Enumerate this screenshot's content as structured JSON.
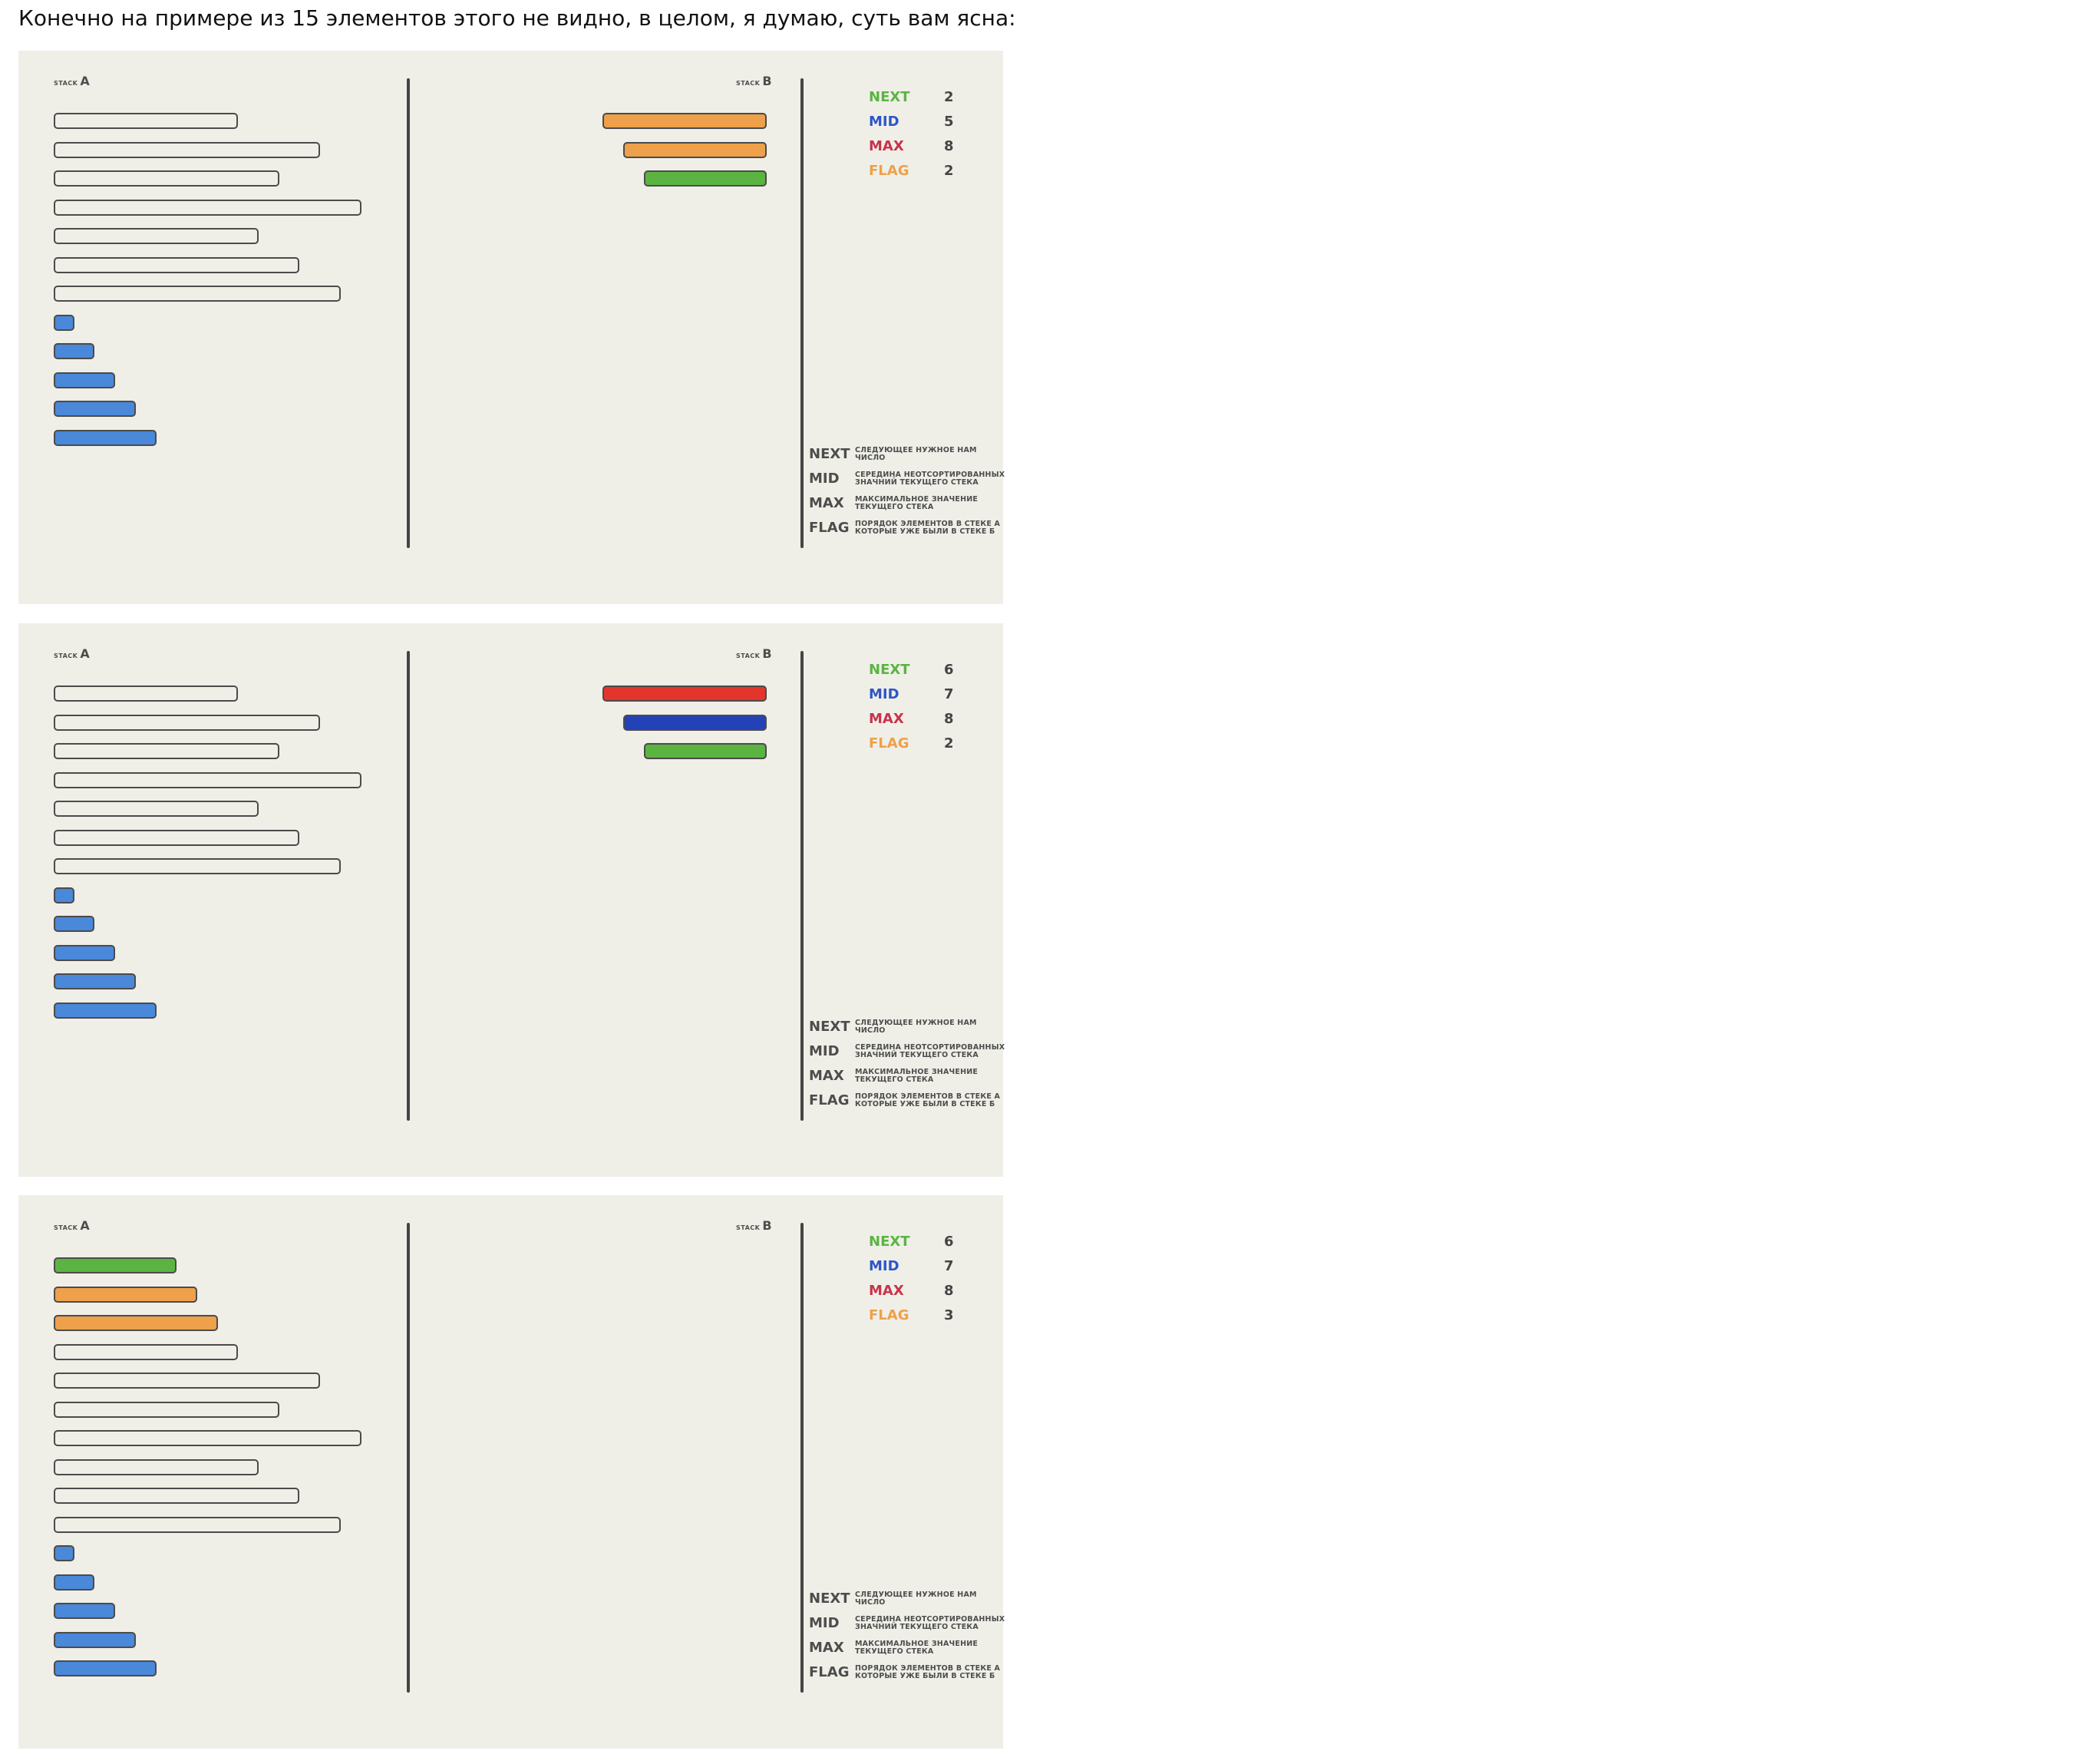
{
  "intro_text": "Конечно на примере из 15 элементов этого не видно, в целом, я думаю, суть вам ясна:",
  "colors": {
    "empty": "#efefe8",
    "blue": "#4a88d9",
    "orange": "#eea04a",
    "green": "#5bb442",
    "red": "#e3352b",
    "dark_blue": "#2442b8",
    "next_label": "#5bb442",
    "mid_label": "#2f55c8",
    "max_label": "#c8334a",
    "flag_label": "#eea04a"
  },
  "panels": [
    {
      "stack_a_small": "STACK",
      "stack_a_big": "A",
      "stack_b_small": "STACK",
      "stack_b_big": "B",
      "stack_a": [
        {
          "value": 9,
          "color": "empty"
        },
        {
          "value": 13,
          "color": "empty"
        },
        {
          "value": 11,
          "color": "empty"
        },
        {
          "value": 15,
          "color": "empty"
        },
        {
          "value": 10,
          "color": "empty"
        },
        {
          "value": 12,
          "color": "empty"
        },
        {
          "value": 14,
          "color": "empty"
        },
        {
          "value": 1,
          "color": "blue"
        },
        {
          "value": 2,
          "color": "blue"
        },
        {
          "value": 3,
          "color": "blue"
        },
        {
          "value": 4,
          "color": "blue"
        },
        {
          "value": 5,
          "color": "blue"
        }
      ],
      "stack_b": [
        {
          "value": 8,
          "color": "orange"
        },
        {
          "value": 7,
          "color": "orange"
        },
        {
          "value": 6,
          "color": "green"
        }
      ],
      "status": [
        {
          "key": "NEXT",
          "value": "2",
          "color": "next_label"
        },
        {
          "key": "MID",
          "value": "5",
          "color": "mid_label"
        },
        {
          "key": "MAX",
          "value": "8",
          "color": "max_label"
        },
        {
          "key": "FLAG",
          "value": "2",
          "color": "flag_label"
        }
      ]
    },
    {
      "stack_a_small": "STACK",
      "stack_a_big": "A",
      "stack_b_small": "STACK",
      "stack_b_big": "B",
      "stack_a": [
        {
          "value": 9,
          "color": "empty"
        },
        {
          "value": 13,
          "color": "empty"
        },
        {
          "value": 11,
          "color": "empty"
        },
        {
          "value": 15,
          "color": "empty"
        },
        {
          "value": 10,
          "color": "empty"
        },
        {
          "value": 12,
          "color": "empty"
        },
        {
          "value": 14,
          "color": "empty"
        },
        {
          "value": 1,
          "color": "blue"
        },
        {
          "value": 2,
          "color": "blue"
        },
        {
          "value": 3,
          "color": "blue"
        },
        {
          "value": 4,
          "color": "blue"
        },
        {
          "value": 5,
          "color": "blue"
        }
      ],
      "stack_b": [
        {
          "value": 8,
          "color": "red"
        },
        {
          "value": 7,
          "color": "dark_blue"
        },
        {
          "value": 6,
          "color": "green"
        }
      ],
      "status": [
        {
          "key": "NEXT",
          "value": "6",
          "color": "next_label"
        },
        {
          "key": "MID",
          "value": "7",
          "color": "mid_label"
        },
        {
          "key": "MAX",
          "value": "8",
          "color": "max_label"
        },
        {
          "key": "FLAG",
          "value": "2",
          "color": "flag_label"
        }
      ]
    },
    {
      "stack_a_small": "STACK",
      "stack_a_big": "A",
      "stack_b_small": "STACK",
      "stack_b_big": "B",
      "stack_a": [
        {
          "value": 6,
          "color": "green"
        },
        {
          "value": 7,
          "color": "orange"
        },
        {
          "value": 8,
          "color": "orange"
        },
        {
          "value": 9,
          "color": "empty"
        },
        {
          "value": 13,
          "color": "empty"
        },
        {
          "value": 11,
          "color": "empty"
        },
        {
          "value": 15,
          "color": "empty"
        },
        {
          "value": 10,
          "color": "empty"
        },
        {
          "value": 12,
          "color": "empty"
        },
        {
          "value": 14,
          "color": "empty"
        },
        {
          "value": 1,
          "color": "blue"
        },
        {
          "value": 2,
          "color": "blue"
        },
        {
          "value": 3,
          "color": "blue"
        },
        {
          "value": 4,
          "color": "blue"
        },
        {
          "value": 5,
          "color": "blue"
        }
      ],
      "stack_b": [],
      "status": [
        {
          "key": "NEXT",
          "value": "6",
          "color": "next_label"
        },
        {
          "key": "MID",
          "value": "7",
          "color": "mid_label"
        },
        {
          "key": "MAX",
          "value": "8",
          "color": "max_label"
        },
        {
          "key": "FLAG",
          "value": "3",
          "color": "flag_label"
        }
      ]
    }
  ],
  "legend": [
    {
      "key": "NEXT",
      "desc": "следующее нужное нам число"
    },
    {
      "key": "MID",
      "desc": "середина неотсортированных значний текущего стека"
    },
    {
      "key": "MAX",
      "desc": "максимальное значение текущего стека"
    },
    {
      "key": "FLAG",
      "desc": "порядок элементов в стеке А которые уже были в стеке Б"
    }
  ]
}
